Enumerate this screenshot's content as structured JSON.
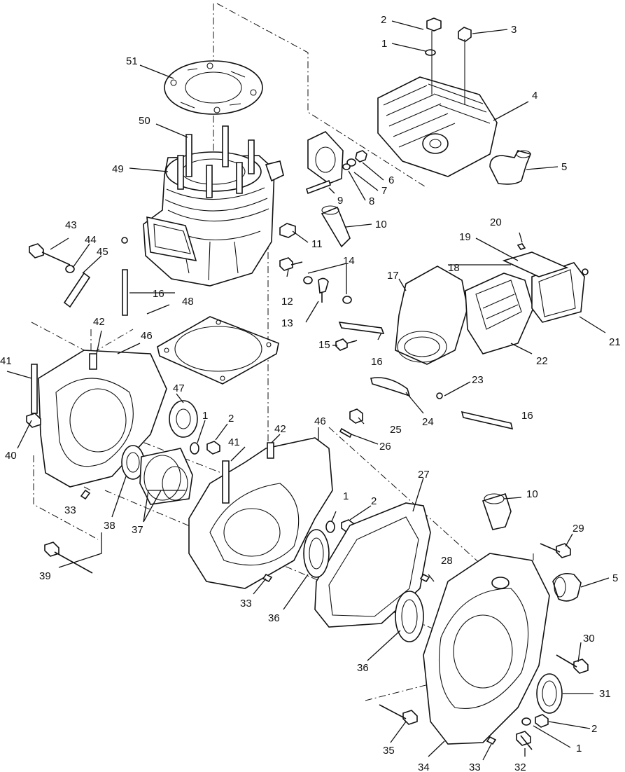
{
  "labels": [
    {
      "id": "1a",
      "text": "1"
    },
    {
      "id": "2a",
      "text": "2"
    },
    {
      "id": "3",
      "text": "3"
    },
    {
      "id": "4",
      "text": "4"
    },
    {
      "id": "5a",
      "text": "5"
    },
    {
      "id": "6",
      "text": "6"
    },
    {
      "id": "7",
      "text": "7"
    },
    {
      "id": "8",
      "text": "8"
    },
    {
      "id": "9",
      "text": "9"
    },
    {
      "id": "10a",
      "text": "10"
    },
    {
      "id": "11",
      "text": "11"
    },
    {
      "id": "12",
      "text": "12"
    },
    {
      "id": "13",
      "text": "13"
    },
    {
      "id": "14",
      "text": "14"
    },
    {
      "id": "15",
      "text": "15"
    },
    {
      "id": "16a",
      "text": "16"
    },
    {
      "id": "16b",
      "text": "16"
    },
    {
      "id": "16c",
      "text": "16"
    },
    {
      "id": "17",
      "text": "17"
    },
    {
      "id": "18",
      "text": "18"
    },
    {
      "id": "19",
      "text": "19"
    },
    {
      "id": "20",
      "text": "20"
    },
    {
      "id": "21",
      "text": "21"
    },
    {
      "id": "22",
      "text": "22"
    },
    {
      "id": "23",
      "text": "23"
    },
    {
      "id": "24",
      "text": "24"
    },
    {
      "id": "25",
      "text": "25"
    },
    {
      "id": "26",
      "text": "26"
    },
    {
      "id": "27",
      "text": "27"
    },
    {
      "id": "28",
      "text": "28"
    },
    {
      "id": "29",
      "text": "29"
    },
    {
      "id": "30",
      "text": "30"
    },
    {
      "id": "31",
      "text": "31"
    },
    {
      "id": "32",
      "text": "32"
    },
    {
      "id": "33a",
      "text": "33"
    },
    {
      "id": "33b",
      "text": "33"
    },
    {
      "id": "33c",
      "text": "33"
    },
    {
      "id": "34",
      "text": "34"
    },
    {
      "id": "35",
      "text": "35"
    },
    {
      "id": "36a",
      "text": "36"
    },
    {
      "id": "36b",
      "text": "36"
    },
    {
      "id": "37",
      "text": "37"
    },
    {
      "id": "38",
      "text": "38"
    },
    {
      "id": "39",
      "text": "39"
    },
    {
      "id": "40",
      "text": "40"
    },
    {
      "id": "41a",
      "text": "41"
    },
    {
      "id": "41b",
      "text": "41"
    },
    {
      "id": "42a",
      "text": "42"
    },
    {
      "id": "42b",
      "text": "42"
    },
    {
      "id": "43",
      "text": "43"
    },
    {
      "id": "44",
      "text": "44"
    },
    {
      "id": "45",
      "text": "45"
    },
    {
      "id": "46a",
      "text": "46"
    },
    {
      "id": "46b",
      "text": "46"
    },
    {
      "id": "47",
      "text": "47"
    },
    {
      "id": "48",
      "text": "48"
    },
    {
      "id": "49",
      "text": "49"
    },
    {
      "id": "50",
      "text": "50"
    },
    {
      "id": "51",
      "text": "51"
    },
    {
      "id": "1b",
      "text": "1"
    },
    {
      "id": "2b",
      "text": "2"
    },
    {
      "id": "1c",
      "text": "1"
    },
    {
      "id": "2c",
      "text": "2"
    },
    {
      "id": "1d",
      "text": "1"
    },
    {
      "id": "2d",
      "text": "2"
    },
    {
      "id": "10b",
      "text": "10"
    },
    {
      "id": "5b",
      "text": "5"
    }
  ]
}
